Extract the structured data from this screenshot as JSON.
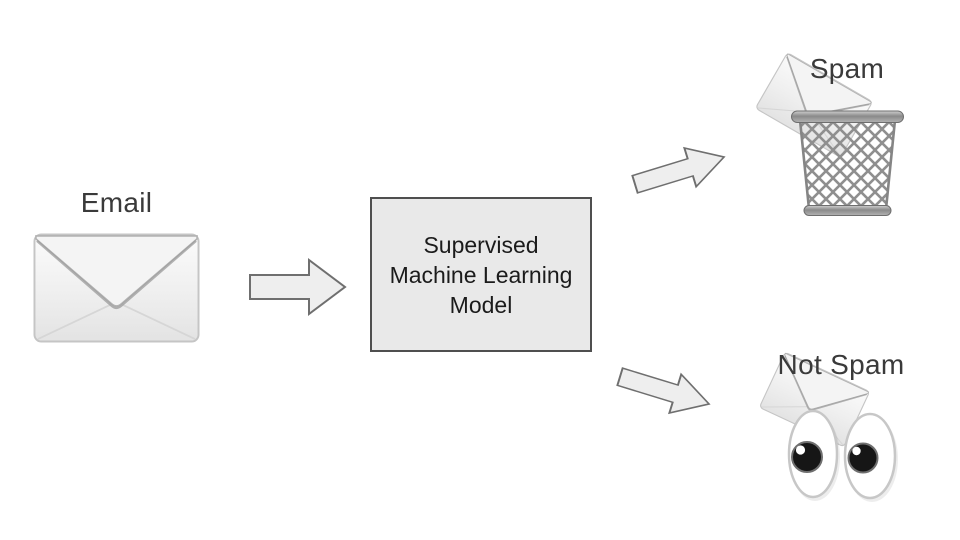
{
  "diagram": {
    "nodes": {
      "email": {
        "label": "Email"
      },
      "model": {
        "lines": [
          "Supervised",
          "Machine Learning",
          "Model"
        ]
      },
      "spam": {
        "label": "Spam"
      },
      "not_spam": {
        "label": "Not Spam"
      }
    },
    "edges": [
      {
        "from": "email",
        "to": "model"
      },
      {
        "from": "model",
        "to": "spam"
      },
      {
        "from": "model",
        "to": "not_spam"
      }
    ],
    "icons": {
      "email": "envelope-icon",
      "spam": "wire-trash-basket-icon",
      "not_spam": "eyes-icon",
      "connector": "block-arrow-icon"
    }
  },
  "colors": {
    "background": "#ffffff",
    "label_color": "#3a3a3a",
    "box_fill": "#e9e9e9",
    "box_border": "#4f4f4f",
    "box_text_color": "#1b1b1b",
    "arrow_fill": "#eeeeee",
    "arrow_stroke": "#6f6f6f"
  }
}
